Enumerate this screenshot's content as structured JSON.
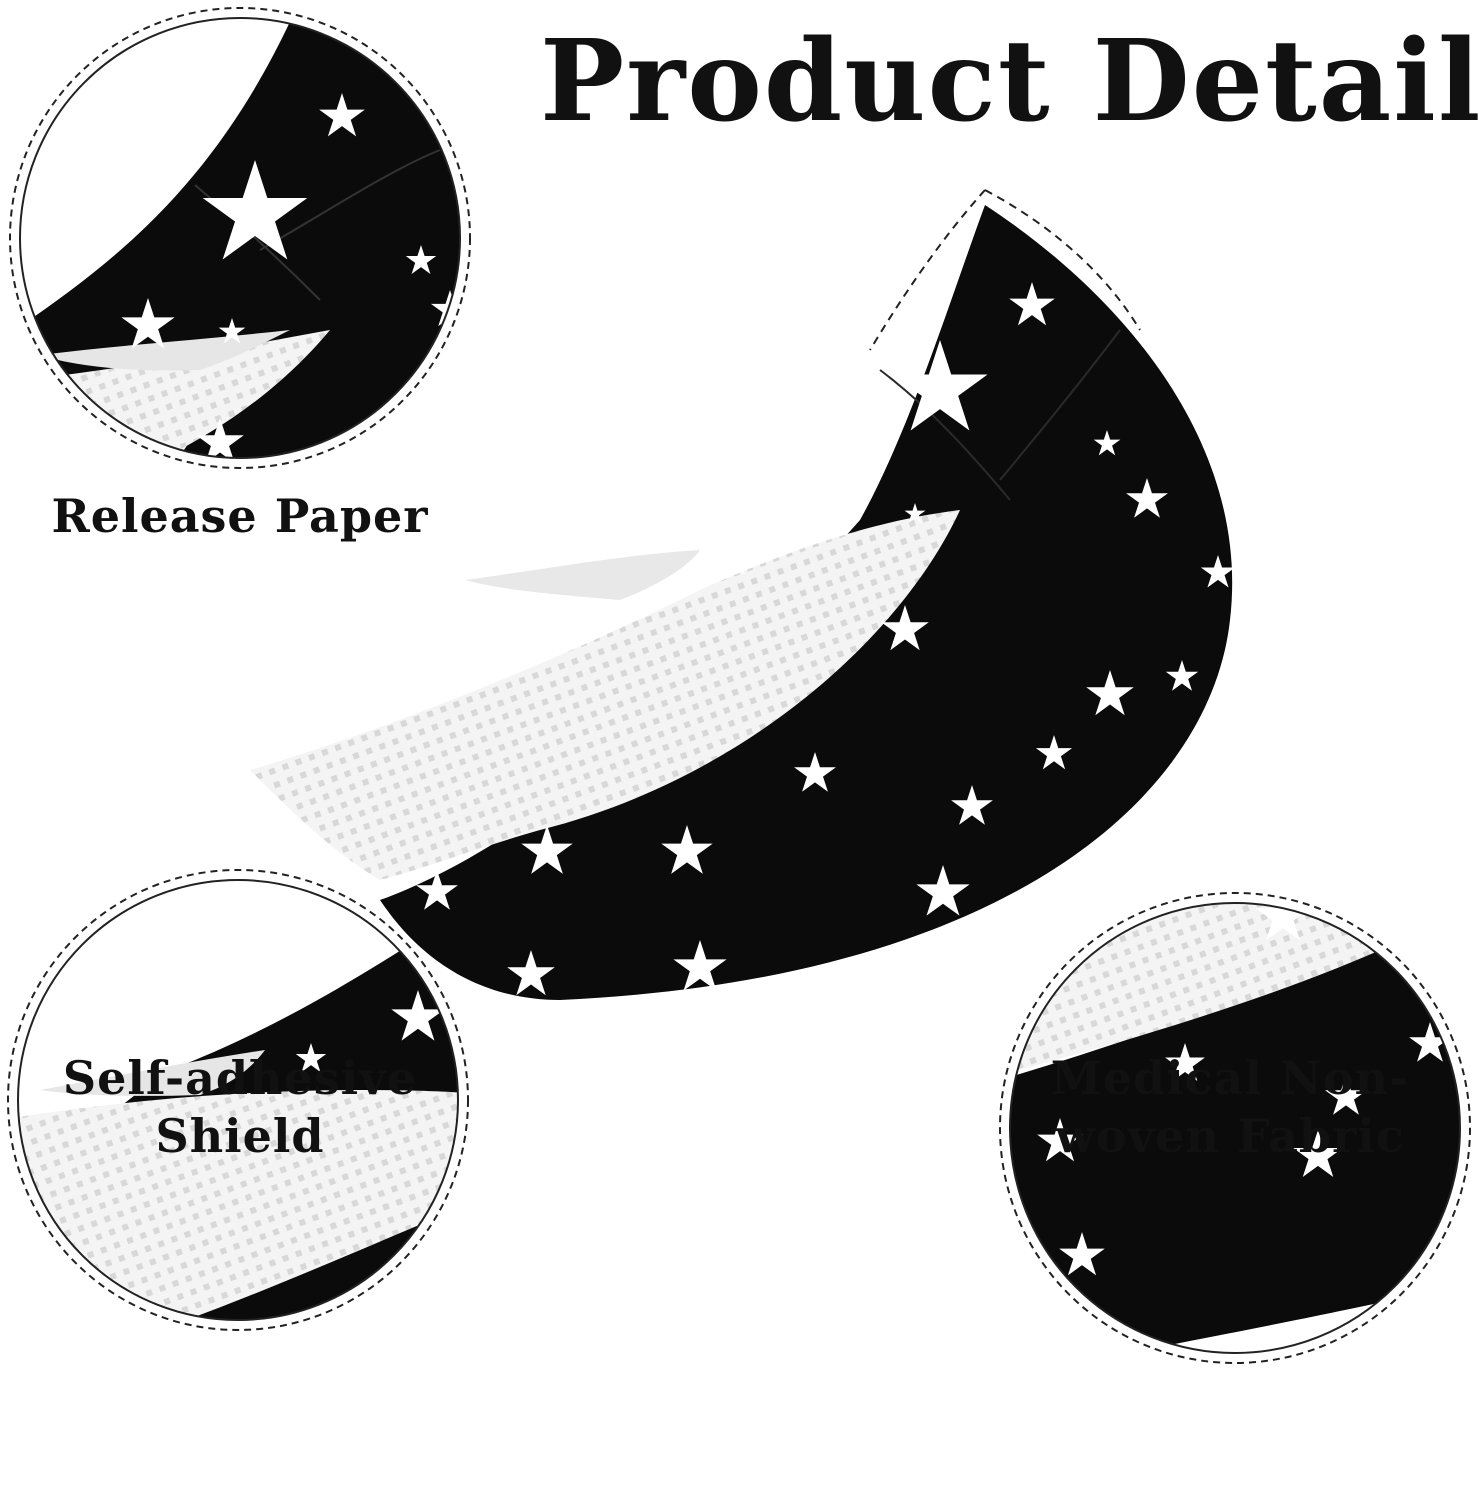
{
  "page": {
    "title": "Product Details"
  },
  "details": [
    {
      "label": "Release Paper"
    },
    {
      "label_line1": "Self-adhesive",
      "label_line2": "Shield"
    },
    {
      "label_line1": "Medical Non-",
      "label_line2": "woven Fabric"
    }
  ],
  "colors": {
    "background": "#ffffff",
    "shield_color": "#0b0b0b",
    "star_color": "#ffffff",
    "fabric_color": "#f2f2f2",
    "dashed_border": "#222222"
  }
}
